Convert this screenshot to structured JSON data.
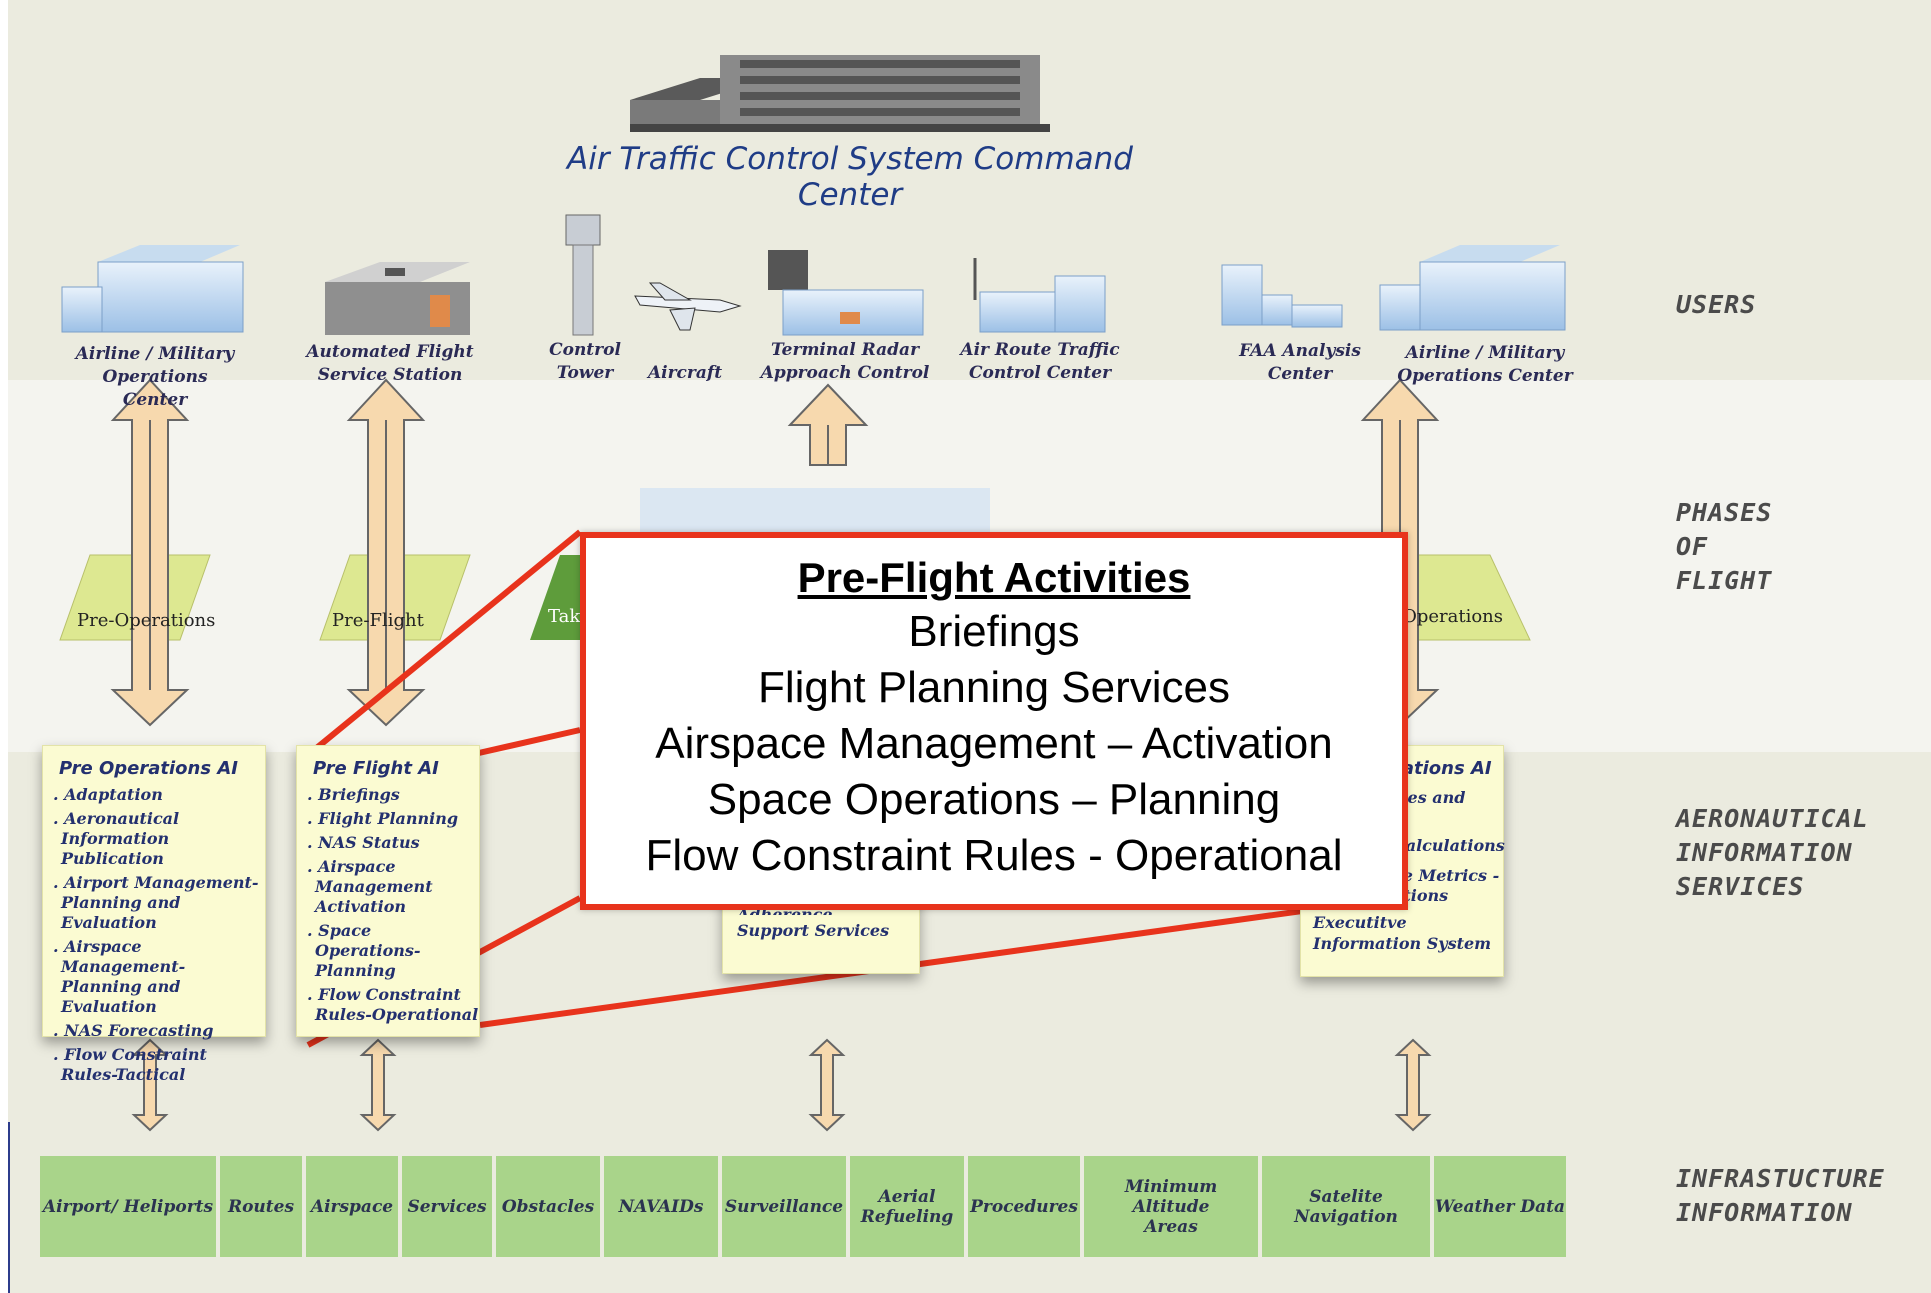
{
  "command_center": {
    "title": "Air Traffic Control System Command Center"
  },
  "side_labels": {
    "users": "USERS",
    "phases": "PHASES\nOF\nFLIGHT",
    "ais": "AERONAUTICAL\nINFORMATION\nSERVICES",
    "infra": "INFRASTUCTURE\nINFORMATION"
  },
  "users": {
    "airline_left": "Airline / Military\nOperations Center",
    "afss": "Automated Flight\nService Station",
    "tower": "Control\nTower",
    "aircraft": "Aircraft",
    "tracon": "Terminal Radar\nApproach Control",
    "artcc": "Air Route Traffic\nControl Center",
    "faa": "FAA Analysis\nCenter",
    "airline_right": "Airline / Military\nOperations Center"
  },
  "phases": {
    "pre_operations": "Pre-Operations",
    "pre_flight": "Pre-Flight",
    "takeoff": "Tak",
    "post_operations": "-Operations"
  },
  "ai_boxes": {
    "pre_ops": {
      "title": "Pre Operations AI",
      "items": [
        "Adaptation",
        "Aeronautical Information Publication",
        "Airport Management-Planning and Evaluation",
        "Airspace Management-Planning and Evaluation",
        "NAS Forecasting",
        "Flow Constraint Rules-Tactical"
      ]
    },
    "pre_flight": {
      "title": "Pre Flight AI",
      "items": [
        "Briefings",
        "Flight Planning",
        "NAS Status",
        "Airspace Management Activation",
        "Space Operations-Planning",
        "Flow Constraint Rules-Operational"
      ]
    },
    "center_partial": {
      "line1": "Adherence",
      "line2": "Support Services"
    },
    "post_ops": {
      "title": "rations AI",
      "items": [
        "ries and",
        "Calculations",
        "ce Metrics -",
        "ations",
        "Executitve Information System"
      ]
    }
  },
  "infrastructure": [
    "Airport/ Heliports",
    "Routes",
    "Airspace",
    "Services",
    "Obstacles",
    "NAVAIDs",
    "Surveillance",
    "Aerial\nRefueling",
    "Procedures",
    "Minimum Altitude\nAreas",
    "Satelite Navigation",
    "Weather Data"
  ],
  "popup": {
    "title": "Pre-Flight Activities",
    "lines": [
      "Briefings",
      "Flight Planning Services",
      "Airspace Management – Activation",
      "Space Operations – Planning",
      "Flow Constraint Rules - Operational"
    ]
  },
  "colors": {
    "band_beige": "#ebebdf",
    "band_light": "#f4f4ef",
    "callout_red": "#e8331c",
    "ai_box": "#fbfbd2",
    "infra_green": "#a9d48a",
    "arrow_fill": "#f7d9ae"
  }
}
